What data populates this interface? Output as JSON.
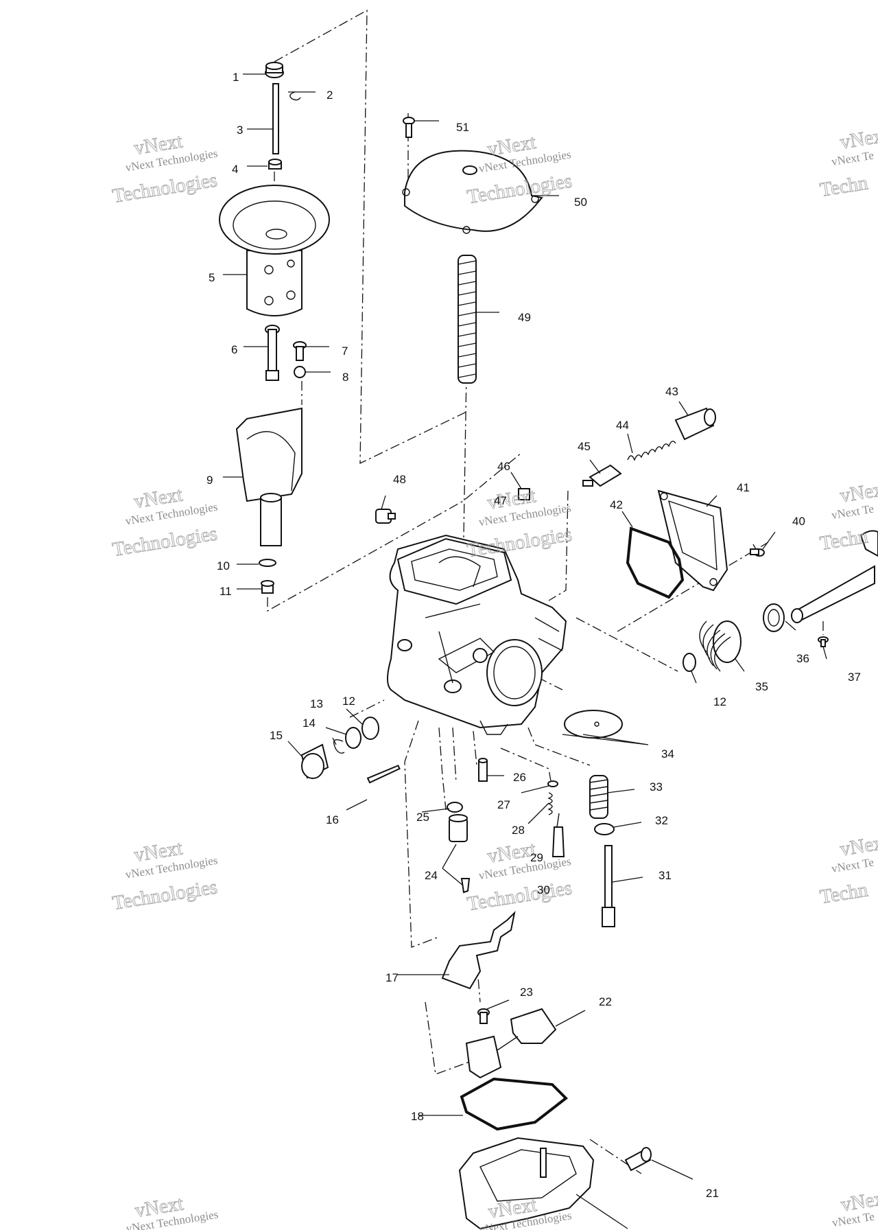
{
  "diagram": {
    "part_numbers": [
      "1",
      "2",
      "3",
      "4",
      "5",
      "6",
      "7",
      "8",
      "9",
      "10",
      "11",
      "12",
      "13",
      "14",
      "15",
      "16",
      "17",
      "18",
      "21",
      "22",
      "23",
      "24",
      "25",
      "26",
      "27",
      "28",
      "29",
      "30",
      "31",
      "32",
      "33",
      "34",
      "35",
      "36",
      "37",
      "40",
      "41",
      "42",
      "43",
      "44",
      "45",
      "46",
      "47",
      "48",
      "49",
      "50",
      "51"
    ],
    "repeated_label": "12",
    "watermark": {
      "line1": "vNext",
      "line2": "vNext Technologies",
      "line3": "Technologies",
      "partial_line2": "vNext Te",
      "partial_line3": "Techn"
    }
  }
}
